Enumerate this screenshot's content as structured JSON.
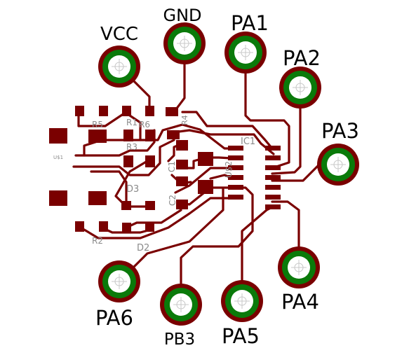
{
  "colors": {
    "copper": "#7a0000",
    "via_ring": "#0a7a0a",
    "via_hole": "#ffffff",
    "silkscreen": "#8a8a8a",
    "label": "#000000",
    "background": "#ffffff"
  },
  "connector_pins": [
    {
      "id": "vcc",
      "label": "VCC"
    },
    {
      "id": "gnd",
      "label": "GND"
    },
    {
      "id": "pa1",
      "label": "PA1"
    },
    {
      "id": "pa2",
      "label": "PA2"
    },
    {
      "id": "pa3",
      "label": "PA3"
    },
    {
      "id": "pa4",
      "label": "PA4"
    },
    {
      "id": "pa5",
      "label": "PA5"
    },
    {
      "id": "pb3",
      "label": "PB3"
    },
    {
      "id": "pa6",
      "label": "PA6"
    }
  ],
  "components": {
    "r1": "R1",
    "r2": "R2",
    "r3": "R3",
    "r4": "R4",
    "r5": "R5",
    "r6": "R6",
    "c1": "C1",
    "c2": "C2",
    "d2": "D2",
    "d3": "D3",
    "u1": "U$1",
    "u2": "U$2",
    "ic1": "IC1"
  }
}
